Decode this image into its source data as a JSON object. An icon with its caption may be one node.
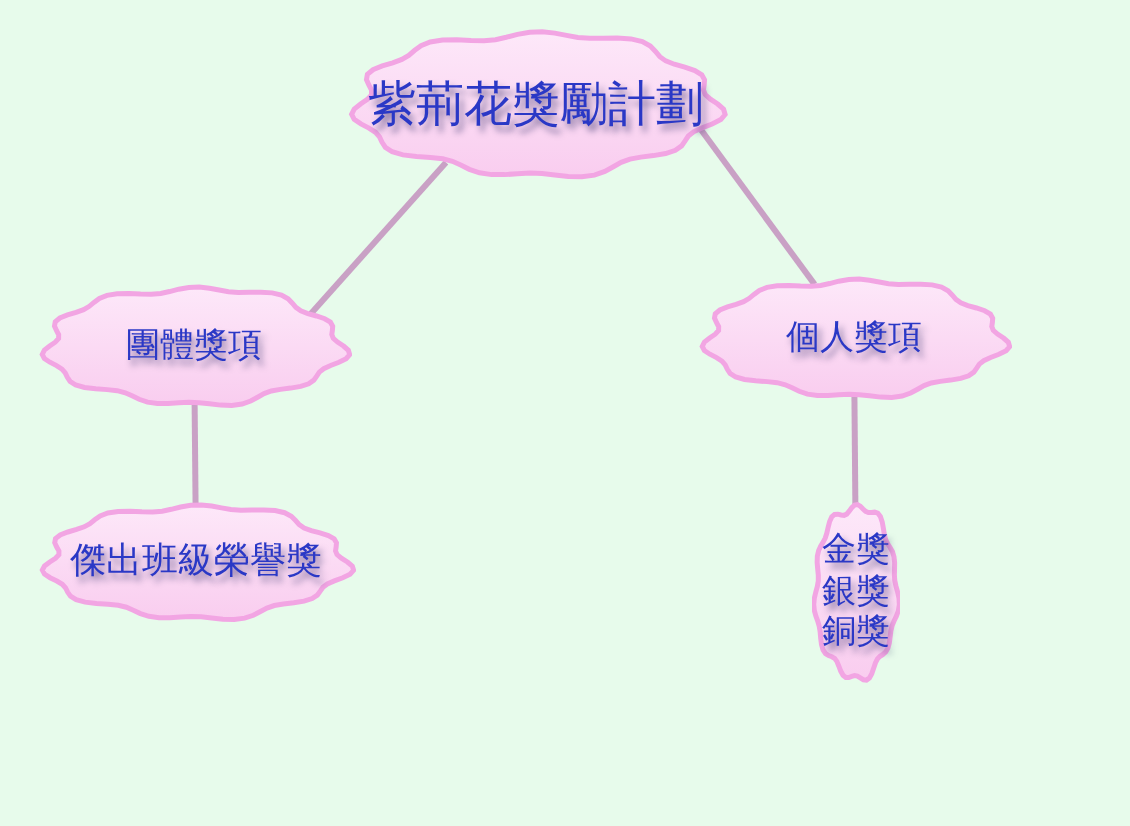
{
  "diagram": {
    "nodes": [
      {
        "text": [
          "紫荊花獎勵計劃"
        ]
      },
      {
        "text": [
          "團體獎項"
        ]
      },
      {
        "text": [
          "個人獎項"
        ]
      },
      {
        "text": [
          "傑出班級榮譽獎"
        ]
      },
      {
        "text": [
          "金獎",
          "銀獎",
          "銅獎"
        ]
      }
    ],
    "edges": [
      {
        "from": 0,
        "to": 1,
        "arrow": "none"
      },
      {
        "from": 0,
        "to": 2,
        "arrow": "none"
      },
      {
        "from": 1,
        "to": 3,
        "arrow": "none"
      },
      {
        "from": 2,
        "to": 4,
        "arrow": "none"
      }
    ]
  }
}
